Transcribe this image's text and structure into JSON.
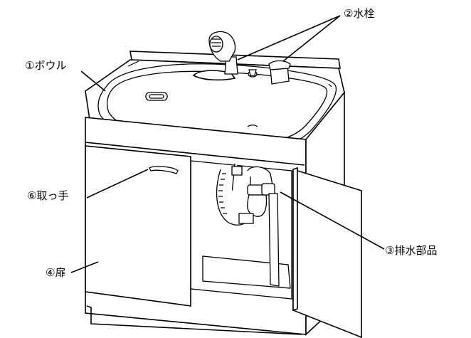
{
  "labels": {
    "bowl": "①ボウル",
    "faucet": "②水栓",
    "drain": "③排水部品",
    "door": "④扉",
    "handle": "⑥取っ手"
  }
}
